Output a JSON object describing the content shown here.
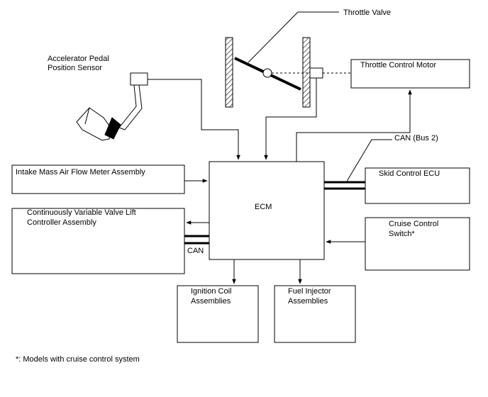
{
  "labels": {
    "throttle_valve": "Throttle Valve",
    "accel_line1": "Accelerator Pedal",
    "accel_line2": "Position Sensor",
    "throttle_motor": "Throttle Control Motor",
    "can_bus2": "CAN (Bus 2)",
    "intake": "Intake Mass Air Flow Meter Assembly",
    "ecm": "ECM",
    "skid": "Skid Control ECU",
    "cvvl_line1": "Continuously Variable Valve Lift",
    "cvvl_line2": "Controller Assembly",
    "cruise_line1": "Cruise Control",
    "cruise_line2": "Switch*",
    "can": "CAN",
    "ignition_line1": "Ignition Coil",
    "ignition_line2": "Assemblies",
    "injector_line1": "Fuel Injector",
    "injector_line2": "Assemblies",
    "footnote": "*: Models with cruise control system"
  }
}
